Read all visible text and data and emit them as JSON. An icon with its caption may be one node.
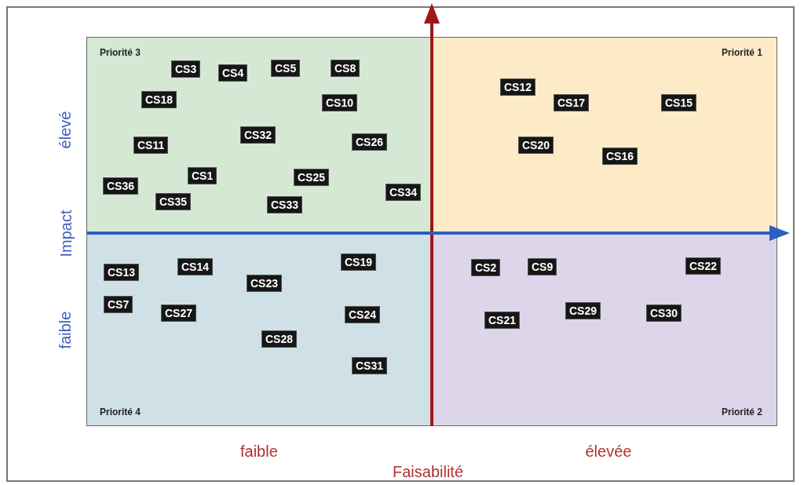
{
  "diagram": {
    "nodes": [
      {
        "text": [
          "Priorité 3"
        ]
      },
      {
        "text": [
          "CS3"
        ],
        "in": 0
      },
      {
        "text": [
          "CS4"
        ],
        "in": 0
      },
      {
        "text": [
          "CS5"
        ],
        "in": 0
      },
      {
        "text": [
          "CS8"
        ],
        "in": 0
      },
      {
        "text": [
          "CS18"
        ],
        "in": 0
      },
      {
        "text": [
          "CS10"
        ],
        "in": 0
      },
      {
        "text": [
          "CS32"
        ],
        "in": 0
      },
      {
        "text": [
          "CS26"
        ],
        "in": 0
      },
      {
        "text": [
          "CS11"
        ],
        "in": 0
      },
      {
        "text": [
          "CS1"
        ],
        "in": 0
      },
      {
        "text": [
          "CS25"
        ],
        "in": 0
      },
      {
        "text": [
          "CS36"
        ],
        "in": 0
      },
      {
        "text": [
          "CS34"
        ],
        "in": 0
      },
      {
        "text": [
          "CS35"
        ],
        "in": 0
      },
      {
        "text": [
          "CS33"
        ],
        "in": 0
      },
      {
        "text": [
          "Priorité 1"
        ]
      },
      {
        "text": [
          "CS12"
        ],
        "in": 16
      },
      {
        "text": [
          "CS17"
        ],
        "in": 16
      },
      {
        "text": [
          "CS15"
        ],
        "in": 16
      },
      {
        "text": [
          "CS20"
        ],
        "in": 16
      },
      {
        "text": [
          "CS16"
        ],
        "in": 16
      },
      {
        "text": [
          "Priorité 4"
        ]
      },
      {
        "text": [
          "CS19"
        ],
        "in": 22
      },
      {
        "text": [
          "CS14"
        ],
        "in": 22
      },
      {
        "text": [
          "CS13"
        ],
        "in": 22
      },
      {
        "text": [
          "CS23"
        ],
        "in": 22
      },
      {
        "text": [
          "CS7"
        ],
        "in": 22
      },
      {
        "text": [
          "CS27"
        ],
        "in": 22
      },
      {
        "text": [
          "CS24"
        ],
        "in": 22
      },
      {
        "text": [
          "CS28"
        ],
        "in": 22
      },
      {
        "text": [
          "CS31"
        ],
        "in": 22
      },
      {
        "text": [
          "Priorité 2"
        ]
      },
      {
        "text": [
          "CS22"
        ],
        "in": 32
      },
      {
        "text": [
          "CS2"
        ],
        "in": 32
      },
      {
        "text": [
          "CS9"
        ],
        "in": 32
      },
      {
        "text": [
          "CS29"
        ],
        "in": 32
      },
      {
        "text": [
          "CS30"
        ],
        "in": 32
      },
      {
        "text": [
          "CS21"
        ],
        "in": 32
      }
    ],
    "labels": [
      "élevé",
      "Impact",
      "faible",
      "faible",
      "élevée",
      "Faisabilité"
    ]
  }
}
